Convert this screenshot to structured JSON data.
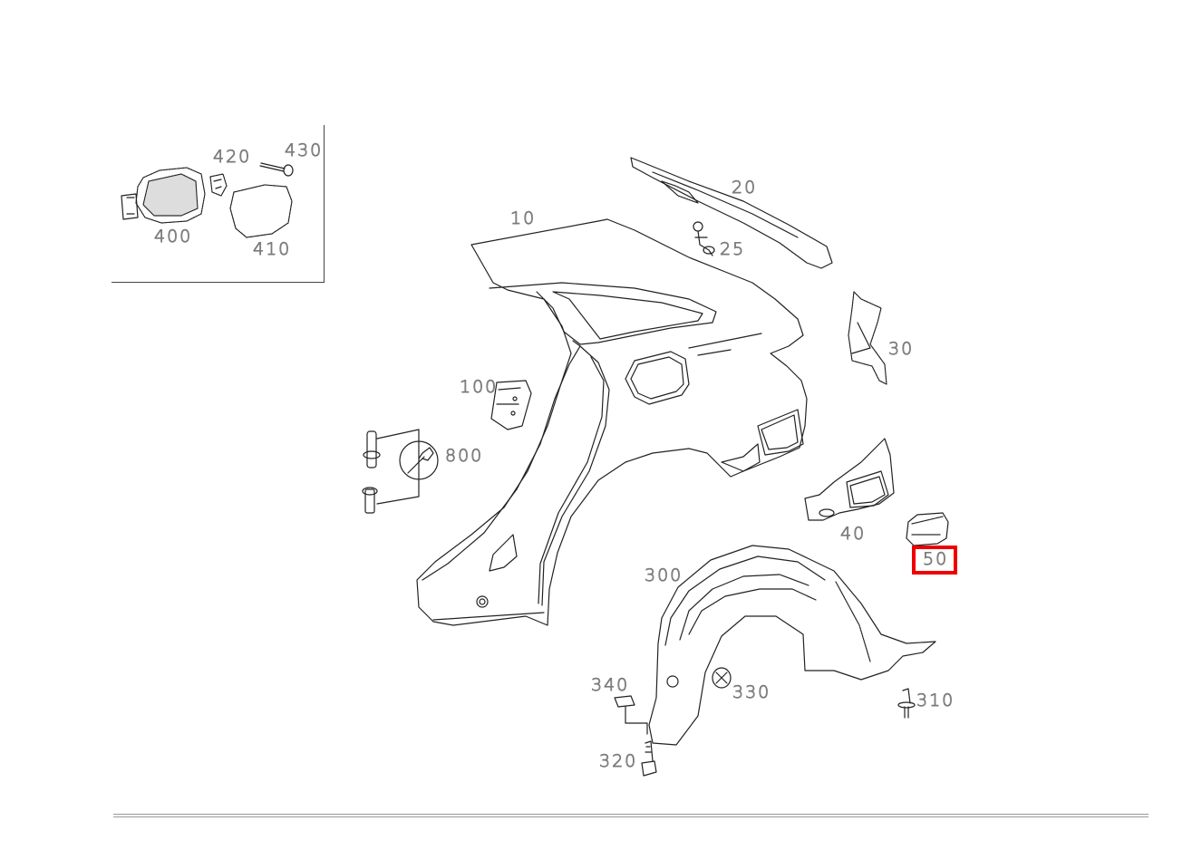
{
  "diagram": {
    "type": "exploded parts diagram",
    "subject": "Rear quarter panel / side wall assembly with wheel housing liner and fuel filler flap",
    "highlight_color": "#ee0000",
    "highlighted_part": "50",
    "line_color": "#222222",
    "label_color": "#7a7a7a"
  },
  "inset": {
    "labels": [
      {
        "id": "400",
        "text": "400"
      },
      {
        "id": "410",
        "text": "410"
      },
      {
        "id": "420",
        "text": "420"
      },
      {
        "id": "430",
        "text": "430"
      }
    ]
  },
  "main": {
    "labels": [
      {
        "id": "10",
        "text": "10"
      },
      {
        "id": "20",
        "text": "20"
      },
      {
        "id": "25",
        "text": "25"
      },
      {
        "id": "30",
        "text": "30"
      },
      {
        "id": "40",
        "text": "40"
      },
      {
        "id": "50",
        "text": "50"
      },
      {
        "id": "100",
        "text": "100"
      },
      {
        "id": "300",
        "text": "300"
      },
      {
        "id": "310",
        "text": "310"
      },
      {
        "id": "320",
        "text": "320"
      },
      {
        "id": "330",
        "text": "330"
      },
      {
        "id": "340",
        "text": "340"
      },
      {
        "id": "800",
        "text": "800"
      }
    ]
  },
  "icons": {
    "800": "wrench-icon"
  }
}
